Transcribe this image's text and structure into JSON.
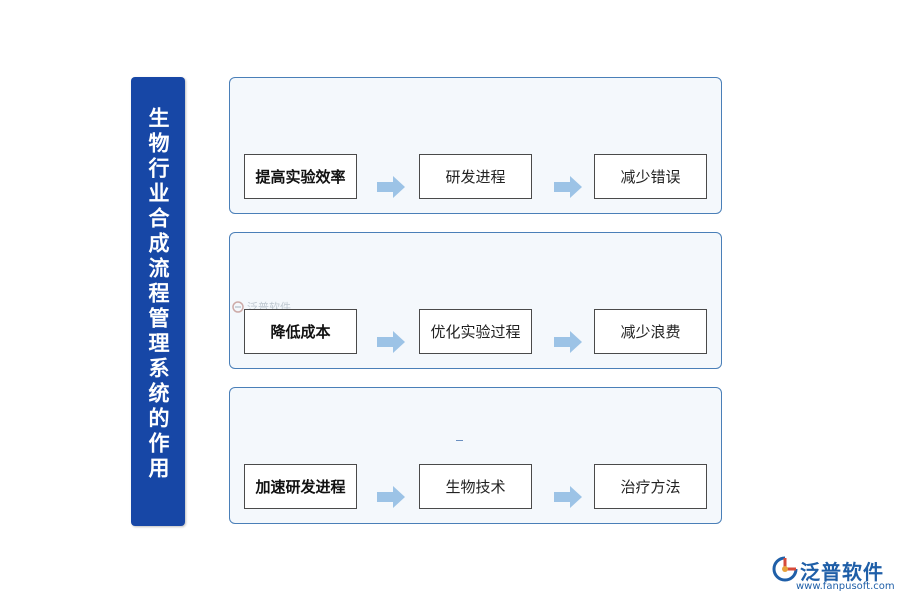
{
  "sidebar": {
    "title": "生物行业合成流程管理系统的作用"
  },
  "rows": [
    {
      "lead": "提高实验效率",
      "middle": "研发进程",
      "end": "减少错误"
    },
    {
      "lead": "降低成本",
      "middle": "优化实验过程",
      "end": "减少浪费"
    },
    {
      "lead": "加速研发进程",
      "middle": "生物技术",
      "end": "治疗方法"
    }
  ],
  "watermark": {
    "text": "泛普软件"
  },
  "logo": {
    "name": "泛普软件",
    "url": "www.fanpusoft.com"
  },
  "colors": {
    "sidebar": "#1747a6",
    "panel_border": "#4a7fb8",
    "panel_fill": "#f4f8fc",
    "arrow": "#9cc3e6",
    "logo": "#1f5fa8"
  }
}
